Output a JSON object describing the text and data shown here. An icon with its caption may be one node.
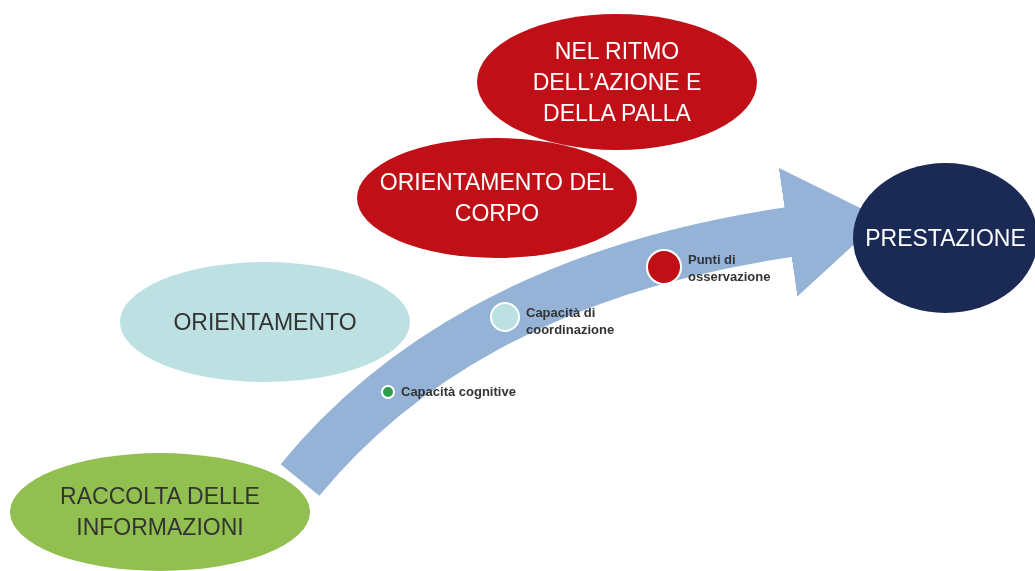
{
  "diagram": {
    "nodes": [
      {
        "text": [
          "NEL RITMO DELL’AZIONE E DELLA PALLA"
        ]
      },
      {
        "text": [
          "ORIENTAMENTO DEL CORPO"
        ]
      },
      {
        "text": [
          "PRESTAZIONE"
        ]
      },
      {
        "text": [
          "ORIENTAMENTO"
        ]
      },
      {
        "text": [
          "RACCOLTA DELLE INFORMAZIONI"
        ]
      }
    ],
    "edges": [
      {
        "from": 4,
        "to": 2,
        "arrow": "to"
      }
    ],
    "legend": [
      {
        "text": "Capacità cognitive",
        "color": "#2e9e4a"
      },
      {
        "text": "Capacità di coordinazione",
        "color": "#bde0e2"
      },
      {
        "text": "Punti di osservazione",
        "color": "#c00f16"
      }
    ]
  }
}
